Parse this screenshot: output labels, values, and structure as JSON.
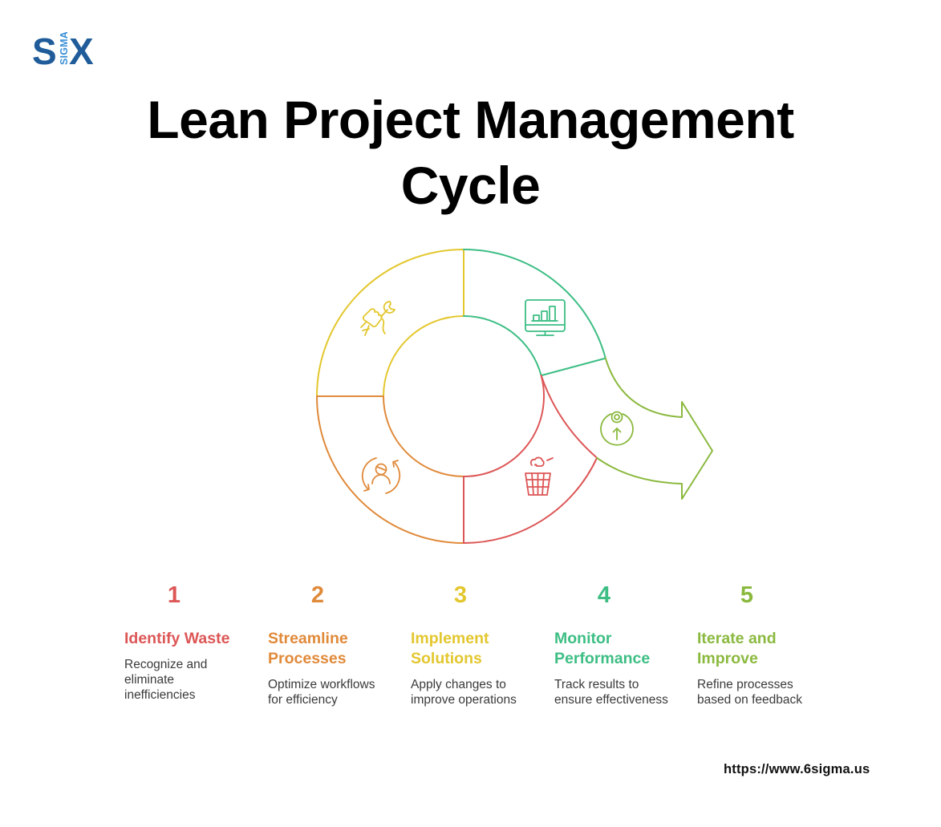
{
  "logo": {
    "letters_left": "S",
    "letters_vertical": "SIGMA",
    "letters_right": "X",
    "color_dark": "#1f5c99",
    "color_light": "#3a8fd6"
  },
  "title": {
    "line1": "Lean Project Management",
    "line2": "Cycle"
  },
  "colors": {
    "red": "#DD5656",
    "orange": "#E08A3A",
    "yellow": "#E3C72E",
    "teal": "#3DBE84",
    "lime": "#8BB93F"
  },
  "cycle": {
    "segments": [
      {
        "step": 1,
        "name": "Identify Waste",
        "icon": "wastebasket-icon",
        "color": "#DD5656"
      },
      {
        "step": 2,
        "name": "Streamline Processes",
        "icon": "person-cycle-icon",
        "color": "#E08A3A"
      },
      {
        "step": 3,
        "name": "Implement Solutions",
        "icon": "hand-wrench-icon",
        "color": "#E3C72E"
      },
      {
        "step": 4,
        "name": "Monitor Performance",
        "icon": "monitor-chart-icon",
        "color": "#3DBE84"
      },
      {
        "step": 5,
        "name": "Iterate and Improve",
        "icon": "target-up-icon",
        "color": "#8BB93F"
      }
    ]
  },
  "steps": [
    {
      "number": "1",
      "title_line1": "Identify Waste",
      "title_line2": "",
      "desc_line1": "Recognize and",
      "desc_line2": "eliminate",
      "desc_line3": "inefficiencies",
      "color": "#DD5656"
    },
    {
      "number": "2",
      "title_line1": "Streamline",
      "title_line2": "Processes",
      "desc_line1": "Optimize workflows",
      "desc_line2": "for efficiency",
      "desc_line3": "",
      "color": "#E08A3A"
    },
    {
      "number": "3",
      "title_line1": "Implement",
      "title_line2": "Solutions",
      "desc_line1": "Apply changes to",
      "desc_line2": "improve operations",
      "desc_line3": "",
      "color": "#E3C72E"
    },
    {
      "number": "4",
      "title_line1": "Monitor",
      "title_line2": "Performance",
      "desc_line1": "Track results to",
      "desc_line2": "ensure effectiveness",
      "desc_line3": "",
      "color": "#3DBE84"
    },
    {
      "number": "5",
      "title_line1": "Iterate and",
      "title_line2": "Improve",
      "desc_line1": "Refine processes",
      "desc_line2": "based on feedback",
      "desc_line3": "",
      "color": "#8BB93F"
    }
  ],
  "footer": {
    "url": "https://www.6sigma.us"
  }
}
